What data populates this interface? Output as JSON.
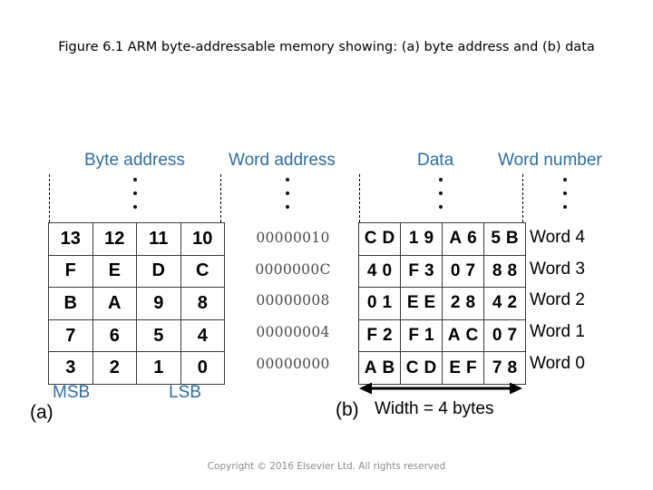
{
  "title": "Figure 6.1 ARM byte-addressable memory showing: (a) byte address and (b) data",
  "footer": "Copyright © 2016 Elsevier Ltd. All rights reserved",
  "colors": {
    "header_blue": "#2e6da4",
    "text_black": "#000000",
    "word_address_gray": "#4a4a4a",
    "border_gray": "#3b3b3b",
    "footer_gray": "#8a8a8a"
  },
  "headers": {
    "byte_address": "Byte address",
    "word_address": "Word address",
    "data": "Data",
    "word_number": "Word number"
  },
  "panel_a": {
    "letter": "(a)",
    "msb_label": "MSB",
    "lsb_label": "LSB",
    "byte_address_rows": [
      [
        "13",
        "12",
        "11",
        "10"
      ],
      [
        "F",
        "E",
        "D",
        "C"
      ],
      [
        "B",
        "A",
        "9",
        "8"
      ],
      [
        "7",
        "6",
        "5",
        "4"
      ],
      [
        "3",
        "2",
        "1",
        "0"
      ]
    ]
  },
  "word_addresses": [
    "00000010",
    "0000000C",
    "00000008",
    "00000004",
    "00000000"
  ],
  "panel_b": {
    "letter": "(b)",
    "width_caption": "Width = 4 bytes",
    "data_rows": [
      [
        [
          "C",
          "D"
        ],
        [
          "1",
          "9"
        ],
        [
          "A",
          "6"
        ],
        [
          "5",
          "B"
        ]
      ],
      [
        [
          "4",
          "0"
        ],
        [
          "F",
          "3"
        ],
        [
          "0",
          "7"
        ],
        [
          "8",
          "8"
        ]
      ],
      [
        [
          "0",
          "1"
        ],
        [
          "E",
          "E"
        ],
        [
          "2",
          "8"
        ],
        [
          "4",
          "2"
        ]
      ],
      [
        [
          "F",
          "2"
        ],
        [
          "F",
          "1"
        ],
        [
          "A",
          "C"
        ],
        [
          "0",
          "7"
        ]
      ],
      [
        [
          "A",
          "B"
        ],
        [
          "C",
          "D"
        ],
        [
          "E",
          "F"
        ],
        [
          "7",
          "8"
        ]
      ]
    ]
  },
  "word_numbers": [
    "Word 4",
    "Word 3",
    "Word 2",
    "Word 1",
    "Word 0"
  ],
  "ellipsis_dot_count": 3
}
